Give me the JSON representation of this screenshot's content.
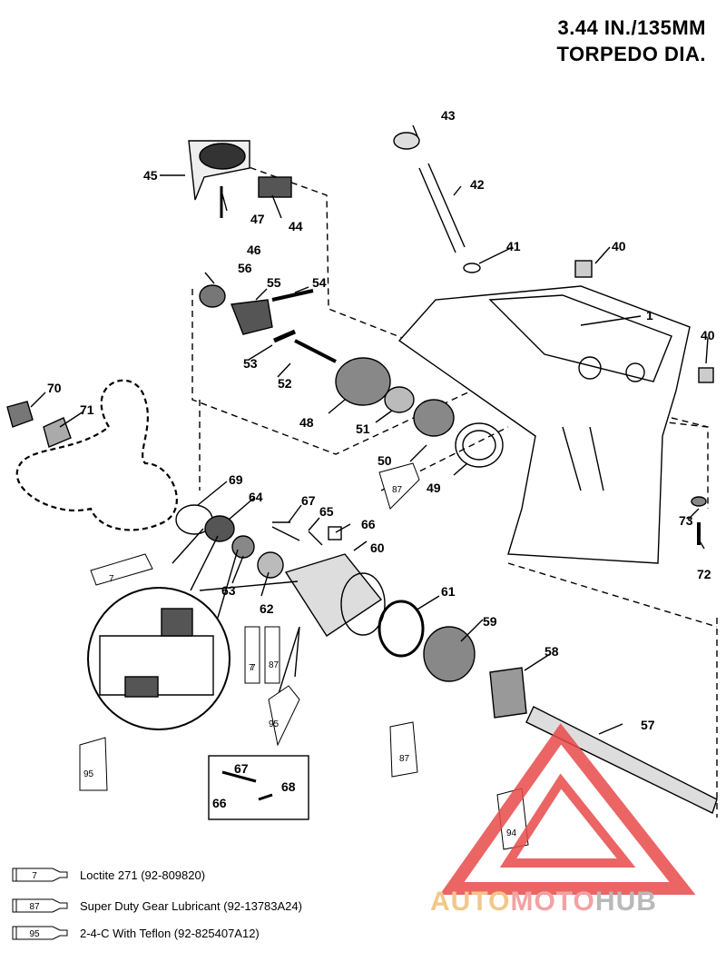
{
  "title": {
    "line1": "3.44 IN./135MM",
    "line2": "TORPEDO DIA."
  },
  "callouts": [
    "1",
    "40",
    "40",
    "41",
    "42",
    "43",
    "44",
    "45",
    "46",
    "47",
    "48",
    "49",
    "50",
    "51",
    "52",
    "53",
    "54",
    "55",
    "56",
    "57",
    "58",
    "59",
    "60",
    "61",
    "62",
    "63",
    "64",
    "65",
    "66",
    "66",
    "67",
    "67",
    "68",
    "69",
    "70",
    "71",
    "72",
    "73"
  ],
  "tube_codes": [
    "7",
    "7",
    "7",
    "87",
    "87",
    "87",
    "95",
    "95",
    "94"
  ],
  "legend": [
    {
      "code": "7",
      "text": "Loctite 271 (92-809820)"
    },
    {
      "code": "87",
      "text": "Super Duty Gear Lubricant (92-13783A24)"
    },
    {
      "code": "95",
      "text": "2-4-C  With Teflon (92-825407A12)"
    }
  ],
  "watermark": {
    "part1": "AUTO",
    "part2": "MOTO",
    "part3": "HUB",
    "colors": {
      "auto": "#f3c789",
      "moto": "#f2a2a2",
      "hub": "#b9b9b9",
      "triangle": "#e84a4a"
    }
  }
}
